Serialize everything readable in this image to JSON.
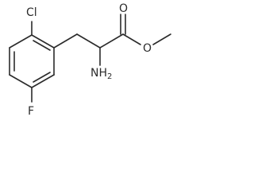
{
  "molecule": {
    "labels": {
      "cl": "Cl",
      "f": "F",
      "o_carbonyl": "O",
      "o_ester": "O",
      "amine_n": "NH",
      "amine_sub": "2"
    }
  }
}
